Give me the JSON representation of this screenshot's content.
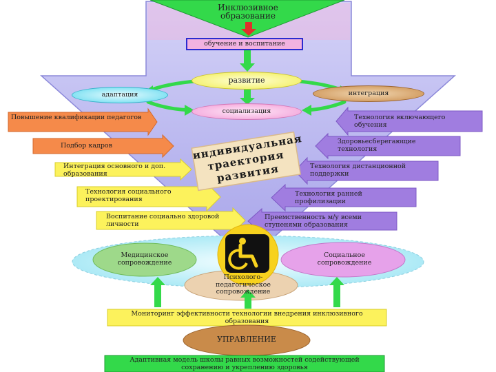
{
  "top": {
    "title": "Инклюзивное образование",
    "obuchenie": "обучение и воспитание",
    "razvitie": "развитие",
    "adaptaciya": "адаптация",
    "integraciya": "интеграция",
    "socializaciya": "социализация"
  },
  "center_card": "индивидуальная траектория развития",
  "left_items": [
    "Повышение квалификации педагогов",
    "Подбор кадров",
    "Интеграция основного и доп. образования",
    "Технология социального проектирования",
    "Воспитание социально здоровой личности"
  ],
  "right_items": [
    "Технология включающего обучения",
    "Здоровьесберегающие технология",
    "Технология дистанционной поддержки",
    "Технология ранней профилизации",
    "Преемственность м/у всеми ступенями образования"
  ],
  "support": {
    "medical": "Медицинское сопровождение",
    "social": "Социальное сопровождение",
    "psych": "Психолого-педагогическое сопровождение",
    "icon": "wheelchair-icon"
  },
  "monitoring": "Мониторинг эффективности технологии внедрения инклюзивного образования",
  "management": "УПРАВЛЕНИЕ",
  "bottom_banner": "Адаптивная модель школы равных возможностей содействующей сохранению и укреплению здоровья",
  "colors": {
    "green": "#33d94a",
    "funnel": "#b9b6f0",
    "orange": "#f58a4a",
    "yellow": "#fcf25c",
    "purple": "#a07de0",
    "pink": "#f2a4d8",
    "cyan": "#5fd9ee",
    "brown": "#c98b4a"
  }
}
